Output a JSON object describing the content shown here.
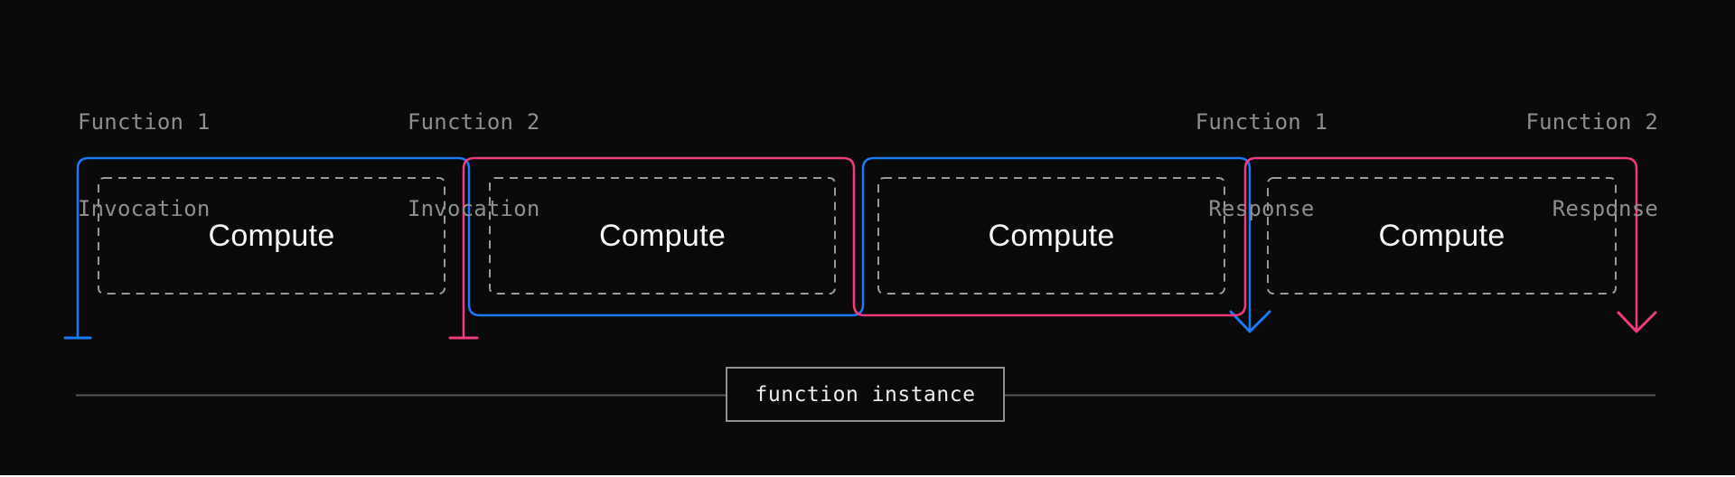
{
  "colors": {
    "background": "#0a0a0a",
    "page_behind": "#ffffff",
    "function1": "#1a7af5",
    "function2": "#f03c7e",
    "dashed_box": "#999999",
    "label_gray": "#8d8d8d",
    "timeline": "#565656",
    "instance_border": "#909090",
    "instance_text": "#ececec",
    "compute_text": "#f7f7f7"
  },
  "timeline_labels": [
    {
      "line1": "Function 1",
      "line2": "Invocation"
    },
    {
      "line1": "Function 2",
      "line2": "Invocation"
    },
    {
      "line1": "Function 1",
      "line2": "Response"
    },
    {
      "line1": "Function 2",
      "line2": "Response"
    }
  ],
  "compute_boxes": [
    {
      "label": "Compute"
    },
    {
      "label": "Compute"
    },
    {
      "label": "Compute"
    },
    {
      "label": "Compute"
    }
  ],
  "instance": {
    "label": "function instance"
  }
}
